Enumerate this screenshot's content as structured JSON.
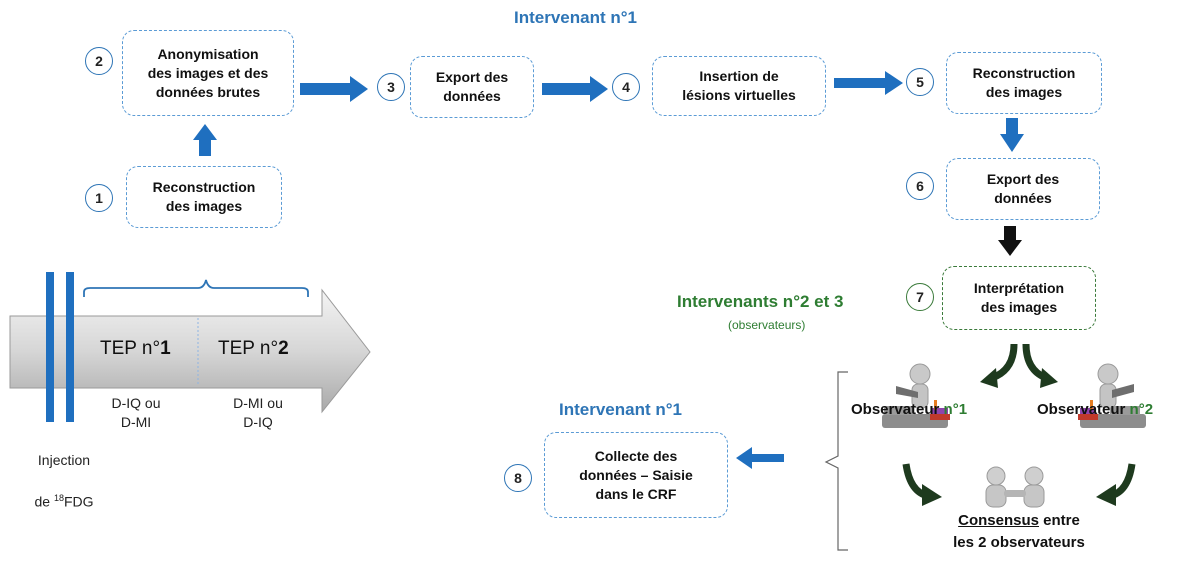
{
  "headers": {
    "intervenant1_top": "Intervenant n°1",
    "intervenant1_bottom": "Intervenant n°1",
    "intervenants23": "Intervenants n°2 et 3",
    "observateurs_note": "(observateurs)"
  },
  "steps": [
    {
      "num": "1",
      "label": "Reconstruction\ndes images"
    },
    {
      "num": "2",
      "label": "Anonymisation\ndes images et des\ndonnées brutes"
    },
    {
      "num": "3",
      "label": "Export des\ndonnées"
    },
    {
      "num": "4",
      "label": "Insertion de\nlésions virtuelles"
    },
    {
      "num": "5",
      "label": "Reconstruction\ndes images"
    },
    {
      "num": "6",
      "label": "Export des\ndonnées"
    },
    {
      "num": "7",
      "label": "Interprétation\ndes images"
    },
    {
      "num": "8",
      "label": "Collecte des\ndonnées – Saisie\ndans le CRF"
    }
  ],
  "timeline": {
    "tep1_prefix": "TEP n°",
    "tep1_num": "1",
    "tep2_prefix": "TEP n°",
    "tep2_num": "2",
    "tep1_mode": "D-IQ ou\nD-MI",
    "tep2_mode": "D-MI ou\nD-IQ",
    "injection_line1": "Injection",
    "injection_prefix": "de ",
    "injection_sup": "18",
    "injection_suffix": "FDG"
  },
  "observers": {
    "obs1_word": "Observateur ",
    "obs1_num": "n°1",
    "obs2_word": "Observateur ",
    "obs2_num": "n°2",
    "consensus_word": "Consensus",
    "consensus_rest": " entre",
    "consensus_line2": "les 2 observateurs"
  },
  "colors": {
    "blue": "#2e75b6",
    "arrow_blue": "#1f6fbf",
    "green": "#2e7d32",
    "dark_green_arrow": "#1e3a1e",
    "dashed_border": "#5b9bd5"
  },
  "icons": [
    "person-reading-icon",
    "handshake-people-icon"
  ]
}
